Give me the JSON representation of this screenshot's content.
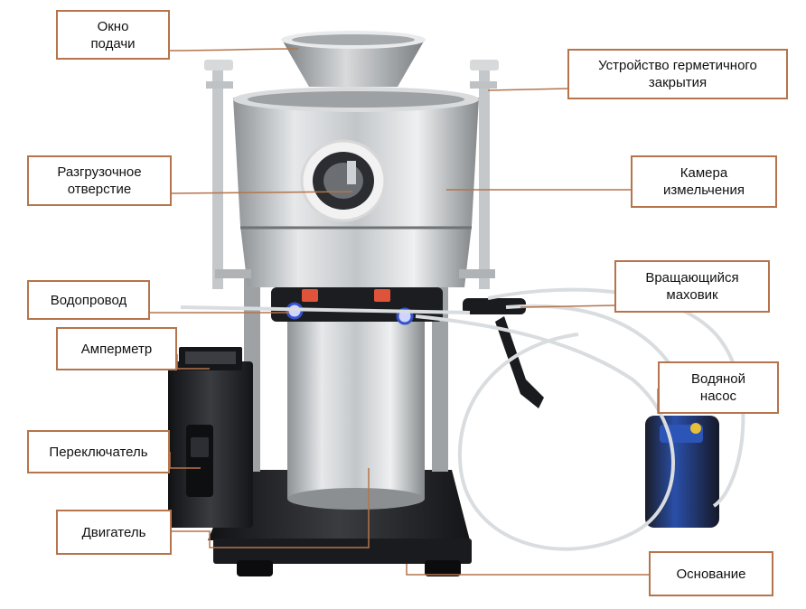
{
  "colors": {
    "accent": "#b5744b",
    "steel": "#b9bcbf",
    "dark": "#202124",
    "nozzle": "#e0533b",
    "pump": "#1c3f8f"
  },
  "labels": {
    "feed_window": {
      "line1": "Окно",
      "line2": "подачи"
    },
    "sealing": {
      "line1": "Устройство герметичного",
      "line2": "закрытия"
    },
    "discharge": {
      "line1": "Разгрузочное",
      "line2": "отверстие"
    },
    "chamber": {
      "line1": "Камера",
      "line2": "измельчения"
    },
    "water_pipe": {
      "line1": "Водопровод"
    },
    "flywheel": {
      "line1": "Вращающийся",
      "line2": "маховик"
    },
    "ammeter": {
      "line1": "Амперметр"
    },
    "water_pump": {
      "line1": "Водяной",
      "line2": "насос"
    },
    "switch": {
      "line1": "Переключатель"
    },
    "motor": {
      "line1": "Двигатель"
    },
    "base": {
      "line1": "Основание"
    }
  }
}
